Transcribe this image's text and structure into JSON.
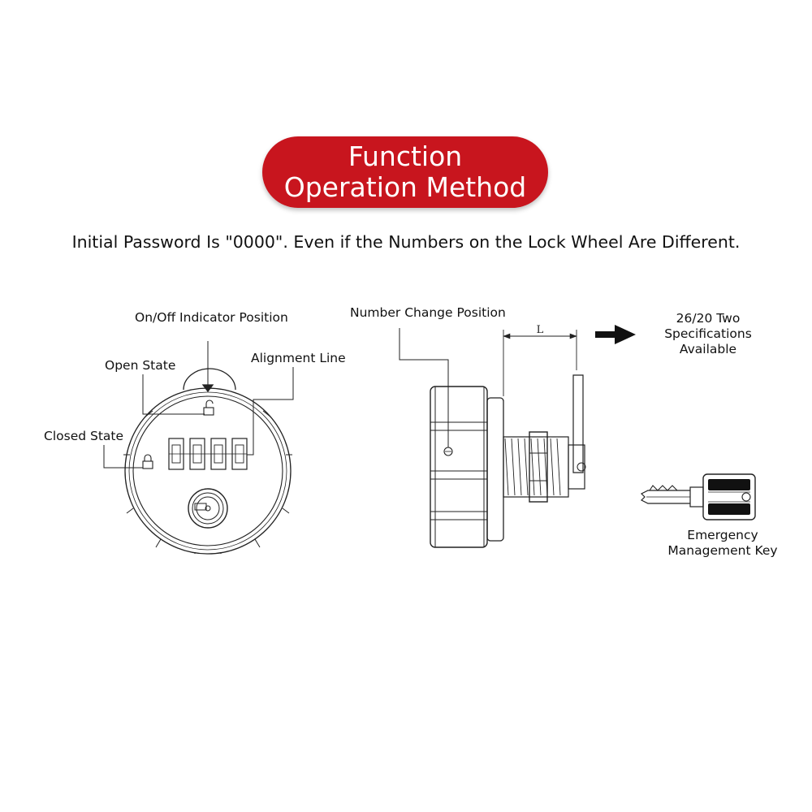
{
  "header": {
    "title_line1": "Function",
    "title_line2": "Operation Method",
    "accent_color": "#c8151e"
  },
  "subtitle": "Initial Password Is \"0000\". Even if the Numbers on the Lock Wheel Are Different.",
  "front_view": {
    "labels": {
      "indicator": "On/Off Indicator Position",
      "open_state": "Open State",
      "alignment_line": "Alignment Line",
      "closed_state": "Closed State"
    },
    "icons": [
      "lock-open-icon",
      "lock-closed-icon",
      "key-hole-icon"
    ]
  },
  "side_view": {
    "number_change": "Number Change Position",
    "dimension_label": "L",
    "spec_line1": "26/20 Two",
    "spec_line2": "Specifications",
    "spec_line3": "Available"
  },
  "key": {
    "label_line1": "Emergency",
    "label_line2": "Management Key"
  }
}
